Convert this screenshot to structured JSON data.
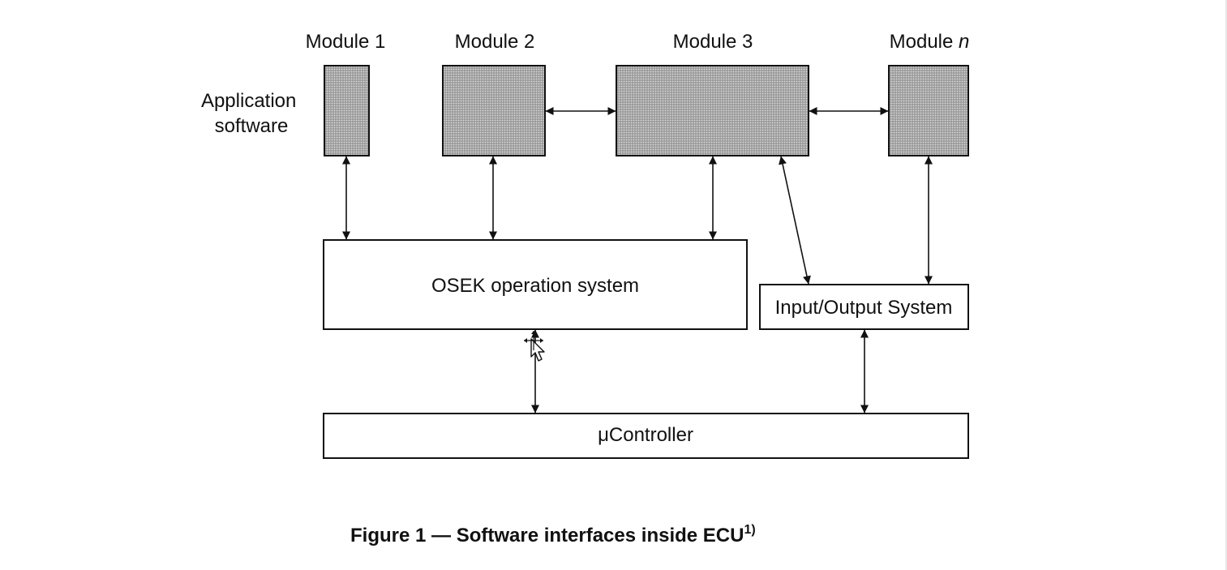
{
  "diagram": {
    "modules": [
      {
        "label": "Module 1"
      },
      {
        "label": "Module 2"
      },
      {
        "label": "Module 3"
      },
      {
        "label_prefix": "Module ",
        "label_suffix": "n"
      }
    ],
    "layer_label_line1": "Application",
    "layer_label_line2": "software",
    "os_label": "OSEK operation system",
    "io_label": "Input/Output System",
    "controller_label": "μController",
    "caption_text": "Figure 1 — Software interfaces inside ECU",
    "caption_sup": "1)",
    "colors": {
      "stroke": "#111111",
      "module_fill": "#9a9a9a",
      "module_dot": "#dcdcdc"
    }
  }
}
